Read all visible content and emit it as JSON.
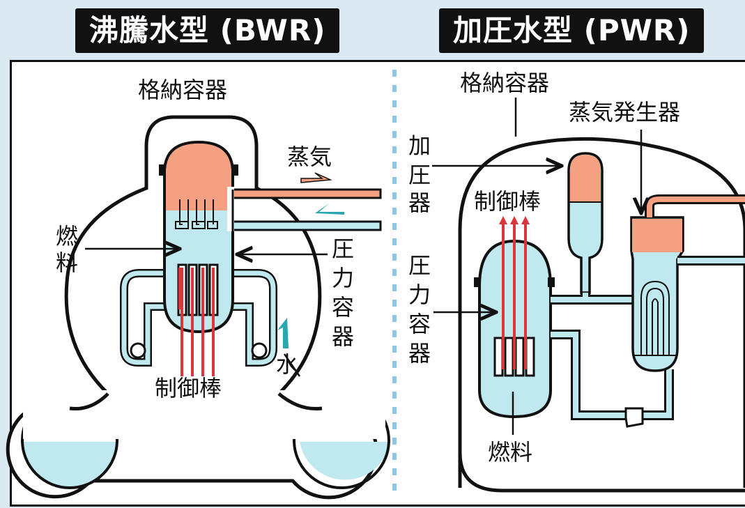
{
  "bwr": {
    "title": "沸騰水型 (BWR)",
    "labels": {
      "containment": "格納容器",
      "steam": "蒸気",
      "fuel_1": "燃",
      "fuel_2": "料",
      "pressure_vessel_1": "圧",
      "pressure_vessel_2": "力",
      "pressure_vessel_3": "容",
      "pressure_vessel_4": "器",
      "water": "水",
      "control_rods": "制御棒"
    }
  },
  "pwr": {
    "title": "加圧水型 (PWR)",
    "labels": {
      "containment": "格納容器",
      "steam_generator": "蒸気発生器",
      "pressurizer_1": "加",
      "pressurizer_2": "圧",
      "pressurizer_3": "器",
      "control_rods": "制御棒",
      "pressure_vessel_1": "圧",
      "pressure_vessel_2": "力",
      "pressure_vessel_3": "容",
      "pressure_vessel_4": "器",
      "fuel": "燃料"
    }
  },
  "colors": {
    "water": "#bfe9ee",
    "steam": "#f4a081",
    "control_rod": "#d9363e",
    "arrow": "#2aa7b0",
    "divider": "#8fc6e6",
    "outline": "#111111"
  }
}
